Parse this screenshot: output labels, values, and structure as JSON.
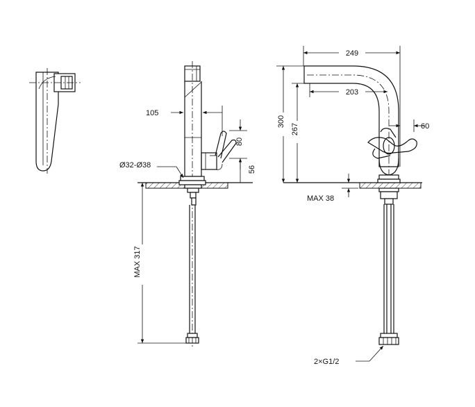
{
  "dimensions": {
    "spout_length": "249",
    "spout_reach": "203",
    "total_height": "300",
    "spout_height": "267",
    "handle_offset": "60",
    "side_offset": "105",
    "handle_height": "80",
    "body_height": "56",
    "hole_diameter": "Ø32-Ø38",
    "max_deck": "MAX 38",
    "max_hose": "MAX 317",
    "connection": "2×G1/2"
  }
}
